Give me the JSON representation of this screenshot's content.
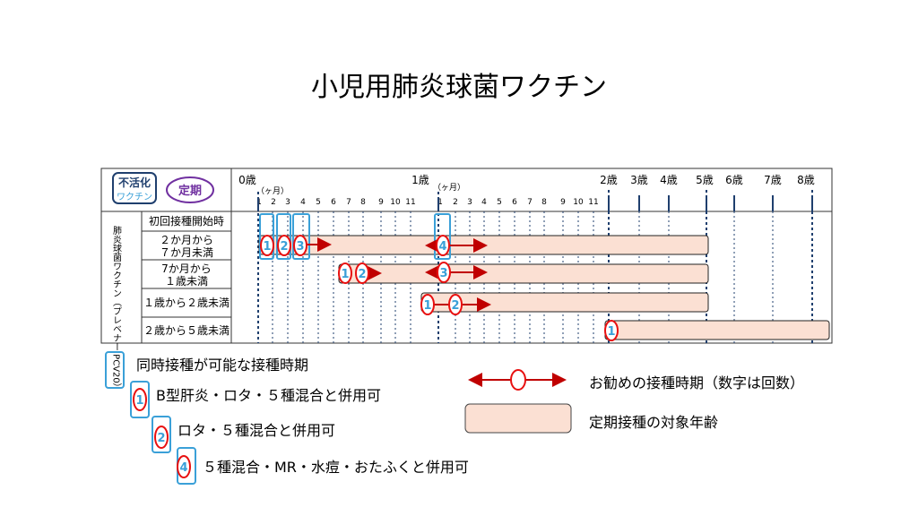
{
  "title": "小児用肺炎球菌ワクチン",
  "badges": {
    "inactivated_line1": "不活化",
    "inactivated_line2": "ワクチン",
    "routine": "定期"
  },
  "vaccine_label": "肺炎球菌ワクチン（プレベナー PCV20）",
  "age_labels": [
    "0歳",
    "1歳",
    "2歳",
    "3歳",
    "4歳",
    "5歳",
    "6歳",
    "7歳",
    "8歳"
  ],
  "month_unit": "（ヶ月）",
  "months_year0": [
    "1",
    "2",
    "3",
    "4",
    "5",
    "6",
    "7",
    "8",
    "9",
    "10",
    "11"
  ],
  "months_year1": [
    "1",
    "2",
    "3",
    "4",
    "5",
    "6",
    "7",
    "8",
    "9",
    "10",
    "11"
  ],
  "rows": [
    {
      "label": "初回接種開始時"
    },
    {
      "label_line1": "２か月から",
      "label_line2": "７か月未満"
    },
    {
      "label_line1": "7か月から",
      "label_line2": "１歳未満"
    },
    {
      "label": "１歳から２歳未満"
    },
    {
      "label": "２歳から５歳未満"
    }
  ],
  "dose_numbers": [
    "1",
    "2",
    "3",
    "4"
  ],
  "legend": {
    "simultaneous": "同時接種が可能な接種時期",
    "recommended": "お勧めの接種時期（数字は回数）",
    "routine_age": "定期接種の対象年齢",
    "dose1": "B型肝炎・ロタ・５種混合と併用可",
    "dose2": "ロタ・５種混合と併用可",
    "dose4": "５種混合・MR・水痘・おたふくと併用可"
  },
  "colors": {
    "bar_fill": "#fbe0d3",
    "arrow": "#c00000",
    "circle": "#e81010",
    "box": "#3aa0d8",
    "navy": "#1f3f6e",
    "purple": "#7030a0"
  }
}
